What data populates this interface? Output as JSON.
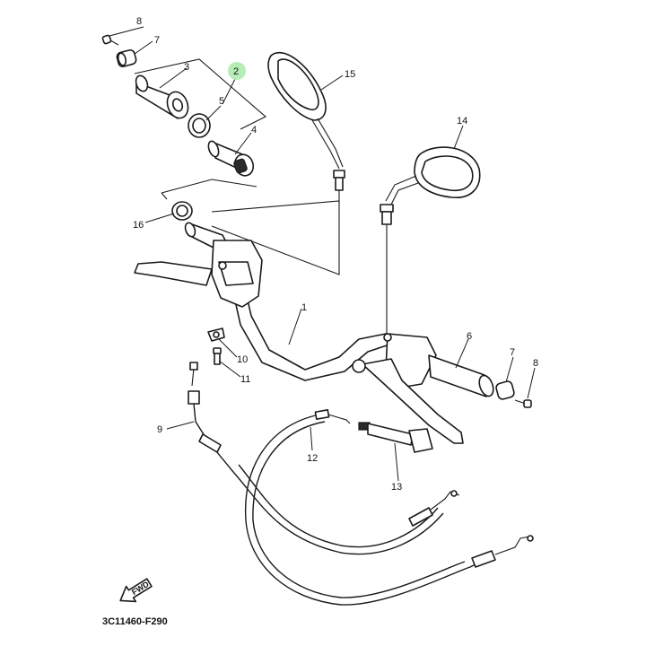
{
  "diagram": {
    "code": "3C11460-F290",
    "fwd_label": "FWD",
    "highlight_color": "#b6ecb6",
    "callouts": {
      "c1": "1",
      "c2": "2",
      "c3": "3",
      "c4": "4",
      "c5": "5",
      "c6": "6",
      "c7a": "7",
      "c7b": "7",
      "c8a": "8",
      "c8b": "8",
      "c9": "9",
      "c10": "10",
      "c11": "11",
      "c12": "12",
      "c13": "13",
      "c14": "14",
      "c15": "15",
      "c16": "16"
    }
  }
}
